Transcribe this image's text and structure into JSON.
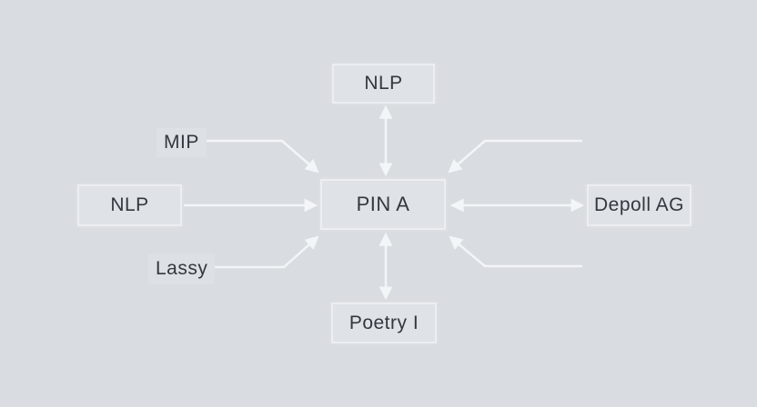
{
  "diagram": {
    "nodes": {
      "top": {
        "label": "NLP"
      },
      "left": {
        "label": "NLP"
      },
      "center": {
        "label": "PIN A"
      },
      "right": {
        "label": "Depoll AG"
      },
      "bottom": {
        "label": "Poetry I"
      }
    },
    "labels": {
      "top_left": "MIP",
      "bottom_left": "Lassy"
    },
    "colors": {
      "background": "#d9dce0",
      "node_fill": "#dfe2e6",
      "node_border": "#eceef2",
      "arrow": "#f3f6f8",
      "text": "#33383f"
    }
  }
}
